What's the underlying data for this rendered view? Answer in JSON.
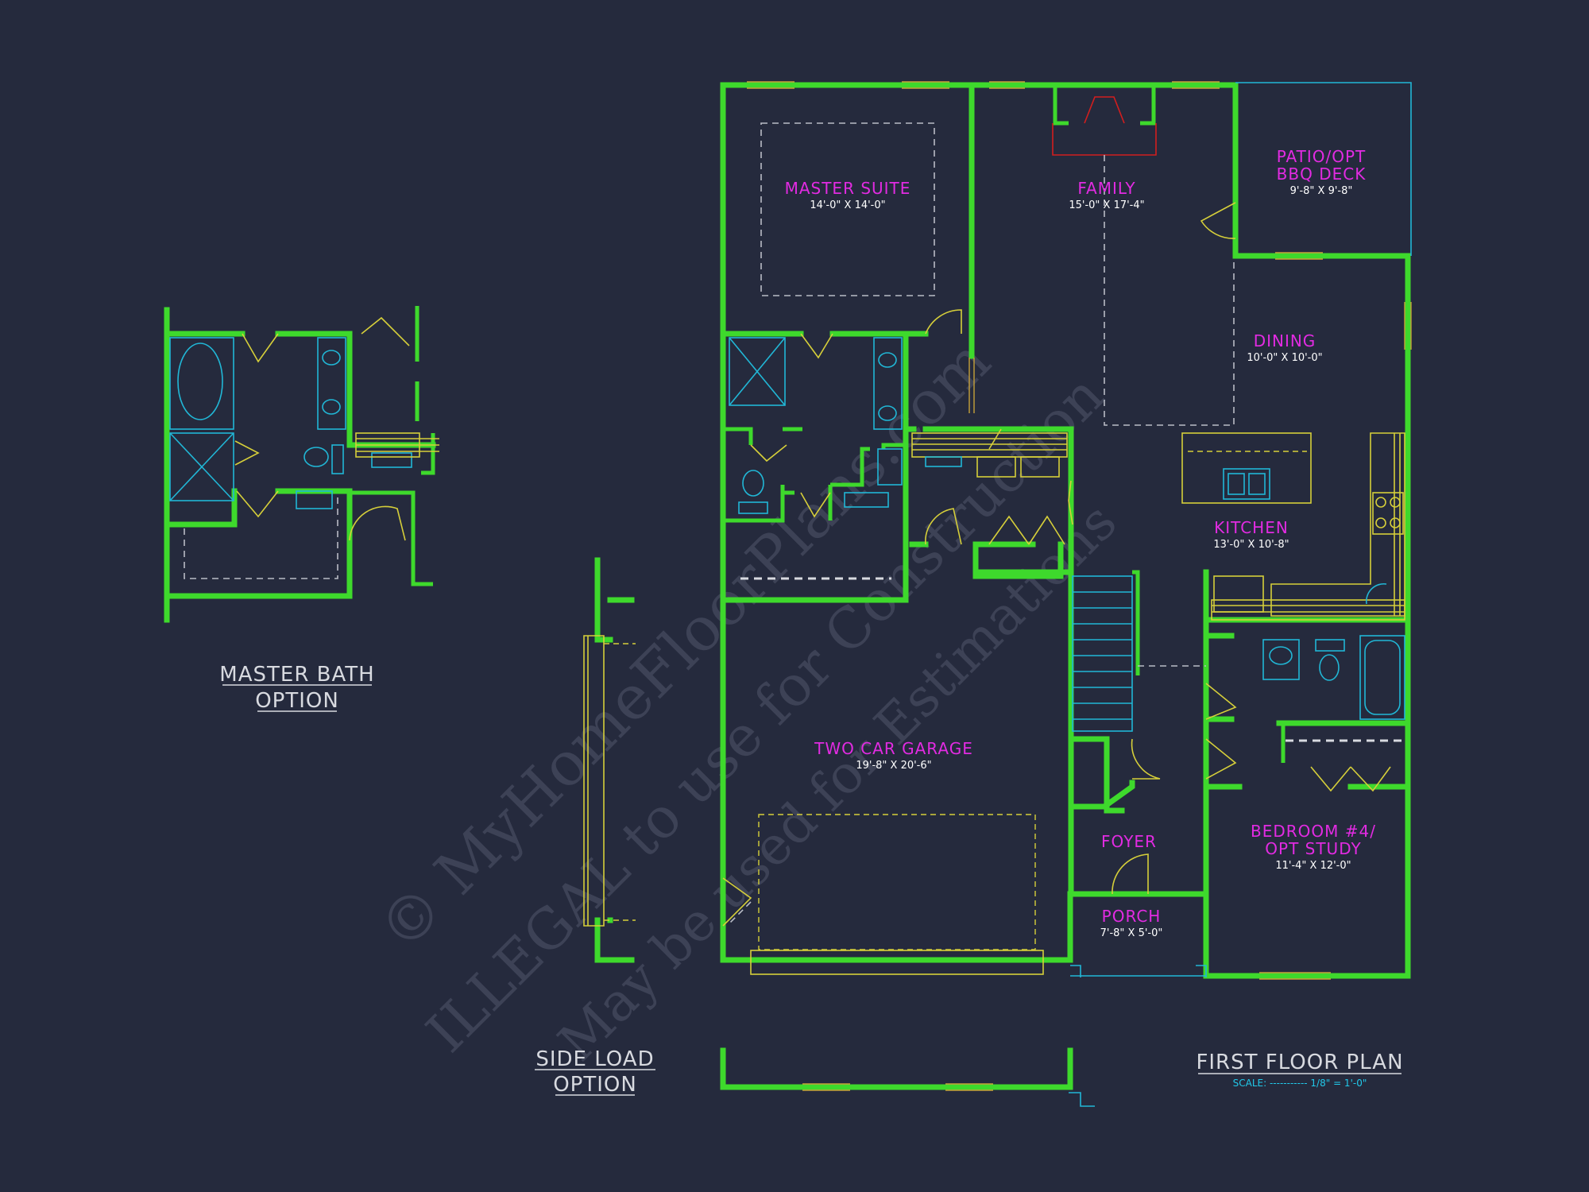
{
  "rooms": {
    "master_suite": {
      "name": "MASTER SUITE",
      "dim": "14'-0\" X 14'-0\""
    },
    "family": {
      "name": "FAMILY",
      "dim": "15'-0\" X 17'-4\""
    },
    "patio": {
      "name_line1": "PATIO/OPT",
      "name_line2": "BBQ DECK",
      "dim": "9'-8\" X 9'-8\""
    },
    "dining": {
      "name": "DINING",
      "dim": "10'-0\" X 10'-0\""
    },
    "kitchen": {
      "name": "KITCHEN",
      "dim": "13'-0\" X 10'-8\""
    },
    "garage": {
      "name": "TWO CAR GARAGE",
      "dim": "19'-8\" X 20'-6\""
    },
    "foyer": {
      "name": "FOYER"
    },
    "porch": {
      "name": "PORCH",
      "dim": "7'-8\" X 5'-0\""
    },
    "bedroom4": {
      "name_line1": "BEDROOM #4/",
      "name_line2": "OPT STUDY",
      "dim": "11'-4\" X 12'-0\""
    }
  },
  "options": {
    "master_bath": {
      "line1": "MASTER BATH",
      "line2": "OPTION"
    },
    "side_load": {
      "line1": "SIDE LOAD",
      "line2": "OPTION"
    }
  },
  "plan_title": {
    "title": "FIRST FLOOR PLAN",
    "scale": "SCALE: ----------- 1/8\" = 1'-0\""
  },
  "watermark": {
    "line1": "© MyHomeFloorPlans.com",
    "line2": "ILLEGAL to use for Construction",
    "line3": "May be used for Estimations"
  },
  "colors": {
    "background": "#252a3d",
    "wall": "#3ed92c",
    "room_label": "#e22be2",
    "fixture": "#21b7d6",
    "cabinet": "#d6cf3a"
  }
}
